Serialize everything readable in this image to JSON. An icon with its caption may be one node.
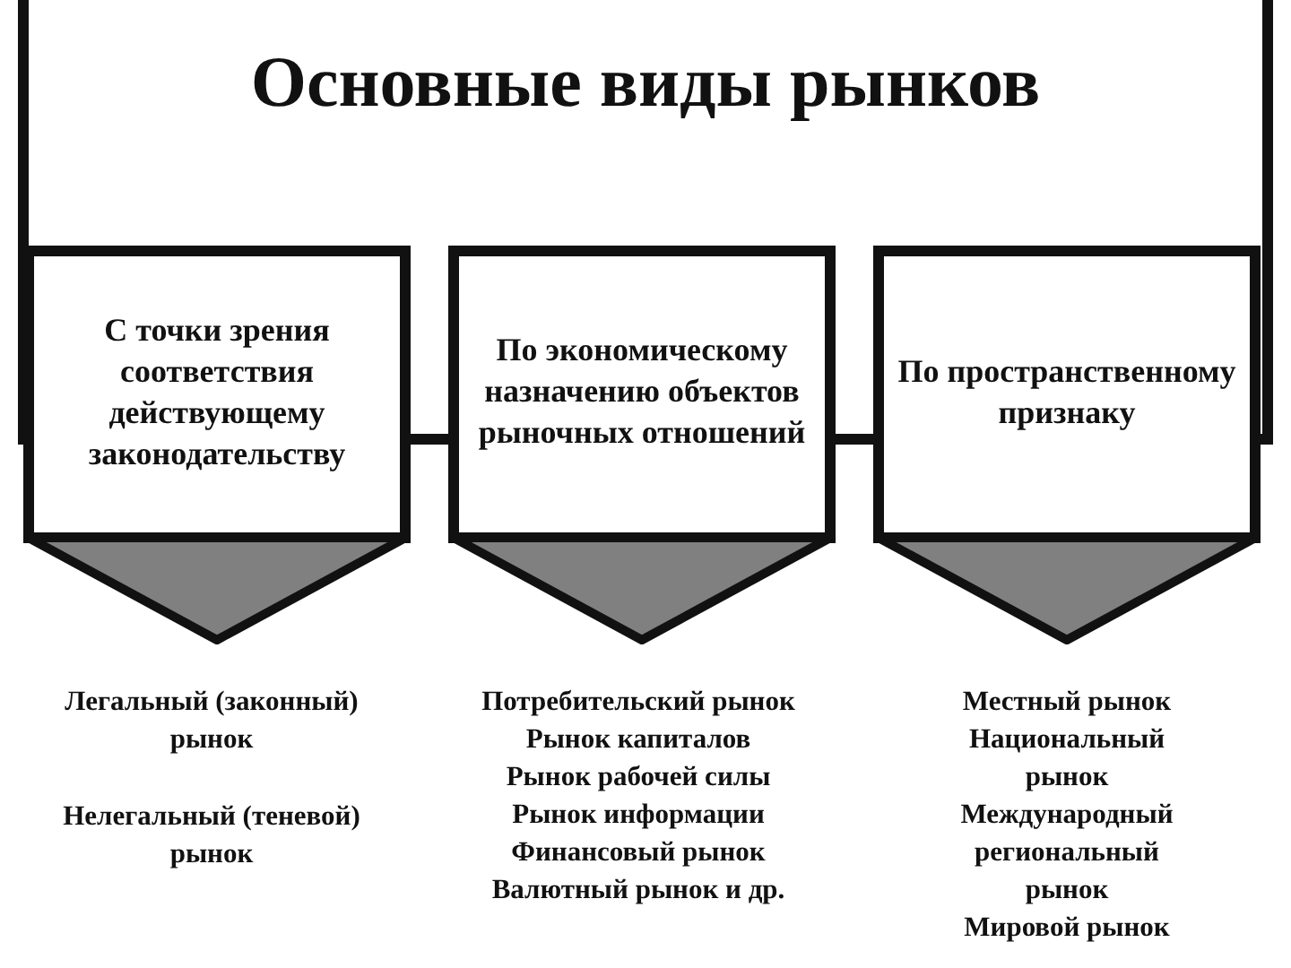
{
  "diagram": {
    "nodes": [
      {
        "text": [
          "Основные виды рынков"
        ]
      },
      {
        "text": [
          "С точки зрения соответствия действующему законодательству"
        ]
      },
      {
        "text": [
          "По экономическому назначению объектов рыночных отношений"
        ]
      },
      {
        "text": [
          "По пространственному признаку"
        ]
      },
      {
        "text": [],
        "shape": "chevron"
      },
      {
        "text": [],
        "shape": "chevron"
      },
      {
        "text": [],
        "shape": "chevron"
      }
    ],
    "labels": [
      "Легальный (законный) рынок",
      "Нелегальный (теневой) рынок",
      "Потребительский рынок",
      "Рынок капиталов",
      "Рынок рабочей силы",
      "Рынок информации",
      "Финансовый рынок",
      "Валютный рынок и др.",
      "Местный рынок",
      "Национальный рынок",
      "Международный региональный рынок",
      "Мировой рынок"
    ]
  }
}
